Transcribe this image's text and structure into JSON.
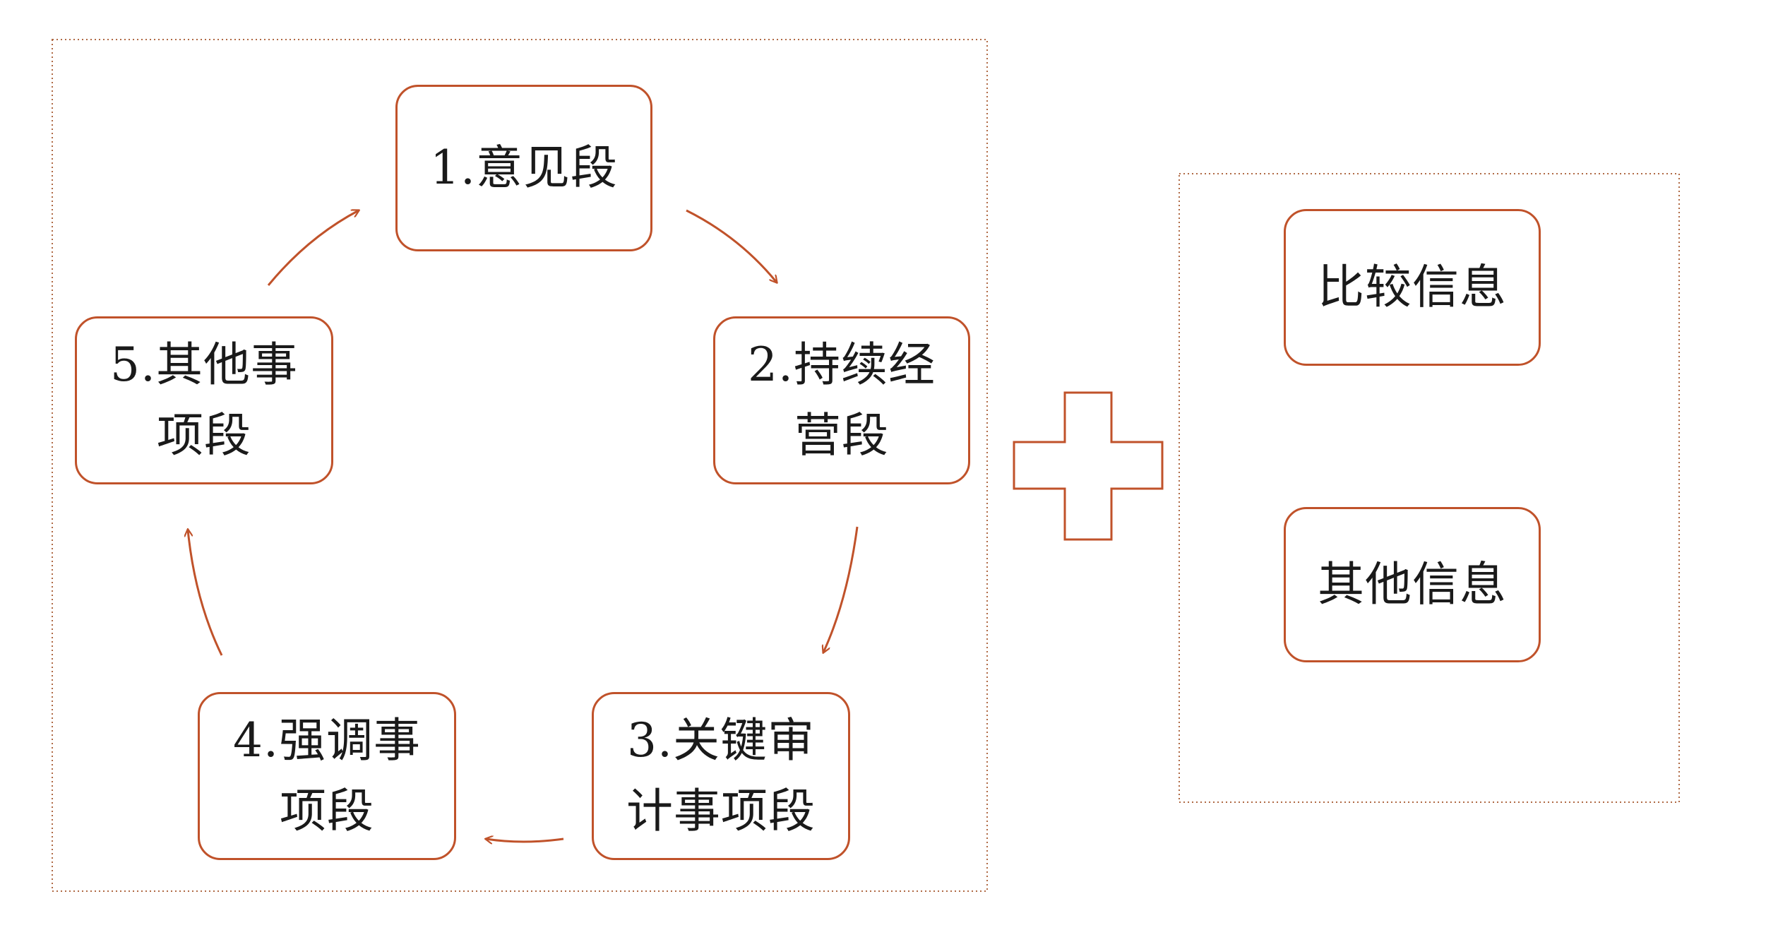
{
  "colors": {
    "accent": "#c0522a",
    "frame": "#b06a45",
    "text": "#1a1a1a",
    "background": "#ffffff"
  },
  "diagram": {
    "cycle": [
      {
        "id": "n1",
        "label": "1.意见段"
      },
      {
        "id": "n2",
        "label": "2.持续经\n营段"
      },
      {
        "id": "n3",
        "label": "3.关键审\n计事项段"
      },
      {
        "id": "n4",
        "label": "4.强调事\n项段"
      },
      {
        "id": "n5",
        "label": "5.其他事\n项段"
      }
    ],
    "extra": [
      {
        "id": "n6",
        "label": "比较信息"
      },
      {
        "id": "n7",
        "label": "其他信息"
      }
    ],
    "connector": "plus"
  }
}
